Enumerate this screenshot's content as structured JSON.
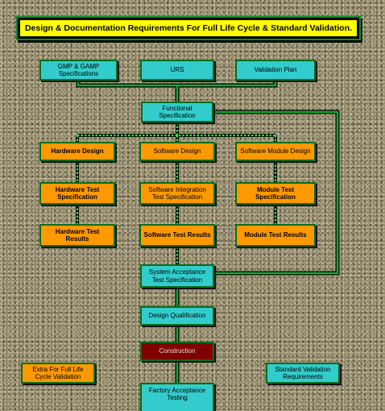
{
  "title": "Design & Documentation Requirements For Full Life Cycle & Standard Validation.",
  "boxes": {
    "gmp": "GMP & GAMP Specifications",
    "urs": "URS",
    "validation_plan": "Validation Plan",
    "functional_spec": "Functional Specification",
    "hardware_design": "Hardware Design",
    "software_design": "Software Design",
    "software_module_design": "Software Module Design",
    "hardware_test_spec": "Hardware Test Specification",
    "software_integration_test_spec": "Software Integration Test Specification",
    "module_test_spec": "Module Test Specification",
    "hardware_test_results": "Hardware Test Results",
    "software_test_results": "Software Test Results",
    "module_test_results": "Module Test Results",
    "system_acceptance_test_spec": "System Acceptance Test Specification",
    "design_qualification": "Design Qualification",
    "construction": "Construction",
    "factory_acceptance_testing": "Factory Acceptance Testing"
  },
  "legend": {
    "full_life_cycle": "Extra For Full Life Cycle Validation",
    "standard_validation": "Standard Validation Requirements"
  },
  "colors": {
    "banner": "#ffff00",
    "standard_box": "#33cccc",
    "full_life_cycle_box": "#ff9900",
    "construction_box": "#800000",
    "connector": "#0b6d1f",
    "dotted_connector": "#33ff33"
  }
}
